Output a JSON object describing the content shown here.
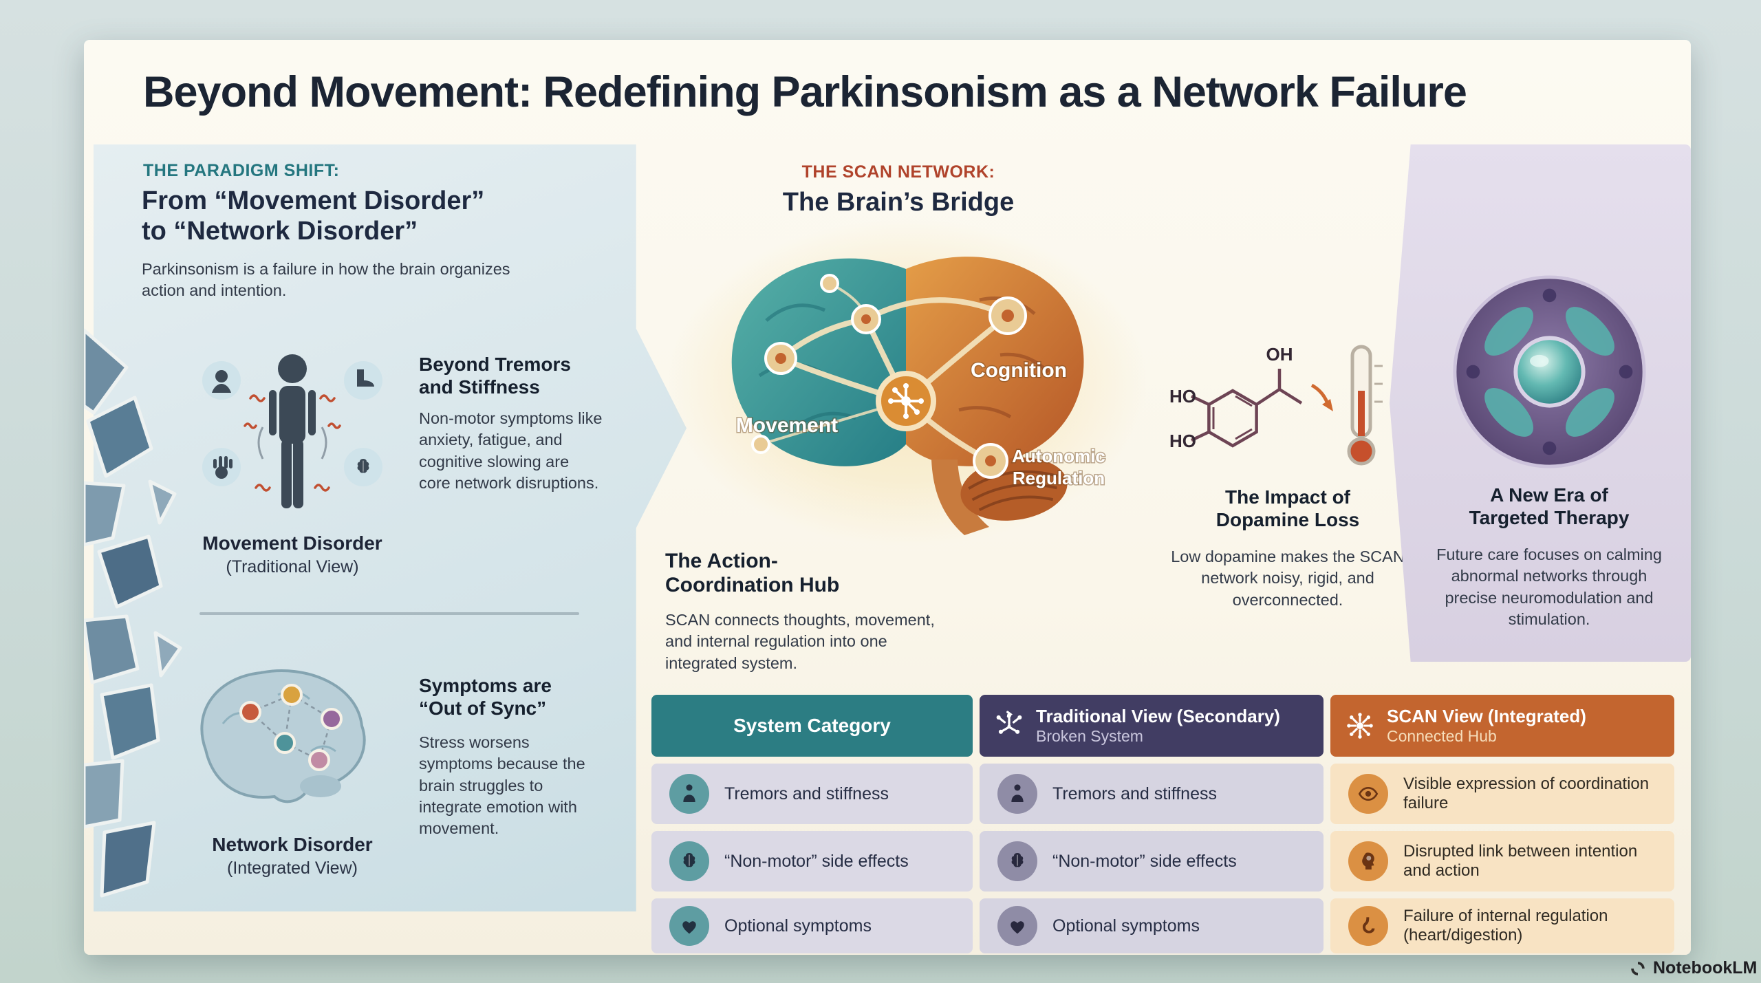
{
  "page": {
    "brand": "NotebookLM"
  },
  "title": "Beyond Movement: Redefining Parkinsonism as a Network Failure",
  "paradigm": {
    "kicker": "THE PARADIGM SHIFT:",
    "heading_line1": "From “Movement Disorder”",
    "heading_line2": "to “Network Disorder”",
    "intro": "Parkinsonism is a failure in how the brain organizes action and intention.",
    "traditional": {
      "side_heading": "Beyond Tremors and Stiffness",
      "side_body": "Non-motor symptoms like anxiety, fatigue, and cognitive slowing are core network disruptions.",
      "caption": "Movement Disorder",
      "caption_sub": "(Traditional View)"
    },
    "network": {
      "side_heading": "Symptoms are “Out of Sync”",
      "side_body": "Stress worsens symptoms because the brain struggles to integrate emotion with movement.",
      "caption": "Network Disorder",
      "caption_sub": "(Integrated View)"
    }
  },
  "scan": {
    "kicker": "THE SCAN NETWORK:",
    "heading": "The Brain’s Bridge",
    "brain_labels": {
      "movement": "Movement",
      "cognition": "Cognition",
      "autonomic_line1": "Autonomic",
      "autonomic_line2": "Regulation"
    },
    "hub": {
      "heading_line1": "The Action-",
      "heading_line2": "Coordination Hub",
      "body": "SCAN connects thoughts, movement, and internal regulation into one integrated system."
    },
    "dopamine": {
      "heading_line1": "The Impact of",
      "heading_line2": "Dopamine Loss",
      "body": "Low dopamine makes the SCAN network noisy, rigid, and overconnected.",
      "mol_ho1": "HO",
      "mol_ho2": "HO",
      "mol_oh": "OH"
    }
  },
  "therapy": {
    "heading_line1": "A New Era of",
    "heading_line2": "Targeted Therapy",
    "body": "Future care focuses on calming abnormal networks through precise neuromodulation and stimulation."
  },
  "table": {
    "col1_header": "System Category",
    "col2_header_title": "Traditional View (Secondary)",
    "col2_header_sub": "Broken System",
    "col3_header_title": "SCAN View (Integrated)",
    "col3_header_sub": "Connected Hub",
    "rows": [
      {
        "icon": "person",
        "c1": "Tremors and stiffness",
        "c2": "Tremors and stiffness",
        "icon3": "eye",
        "c3": "Visible expression of coordination failure"
      },
      {
        "icon": "brain",
        "c1": "“Non-motor” side effects",
        "c2": "“Non-motor” side effects",
        "icon3": "head",
        "c3": "Disrupted link between intention and action"
      },
      {
        "icon": "heart",
        "c1": "Optional symptoms",
        "c2": "Optional symptoms",
        "icon3": "stomach",
        "c3": "Failure of internal regulation (heart/digestion)"
      }
    ]
  },
  "colors": {
    "teal": "#2c7d83",
    "navy": "#413d63",
    "orange": "#c3652f",
    "accent_red": "#b0432b"
  }
}
